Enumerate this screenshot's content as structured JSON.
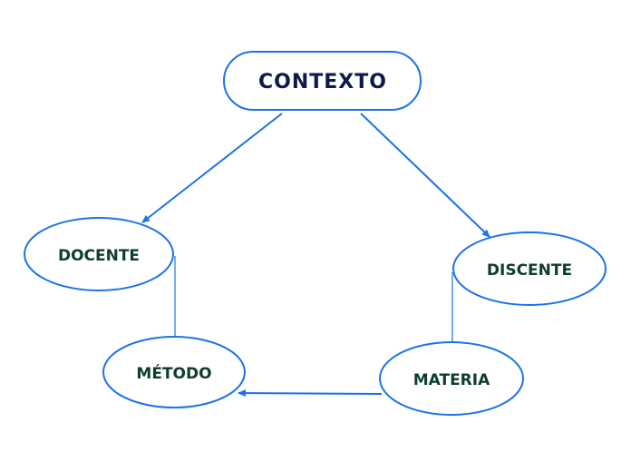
{
  "colors": {
    "background": "#ffffff",
    "stroke": "#1a73e8",
    "root_text": "#0d1b4b",
    "node_text": "#0f3d2e"
  },
  "nodes": {
    "contexto": {
      "label": "CONTEXTO"
    },
    "docente": {
      "label": "DOCENTE"
    },
    "discente": {
      "label": "DISCENTE"
    },
    "metodo": {
      "label": "MÉTODO"
    },
    "materia": {
      "label": "MATERIA"
    }
  }
}
